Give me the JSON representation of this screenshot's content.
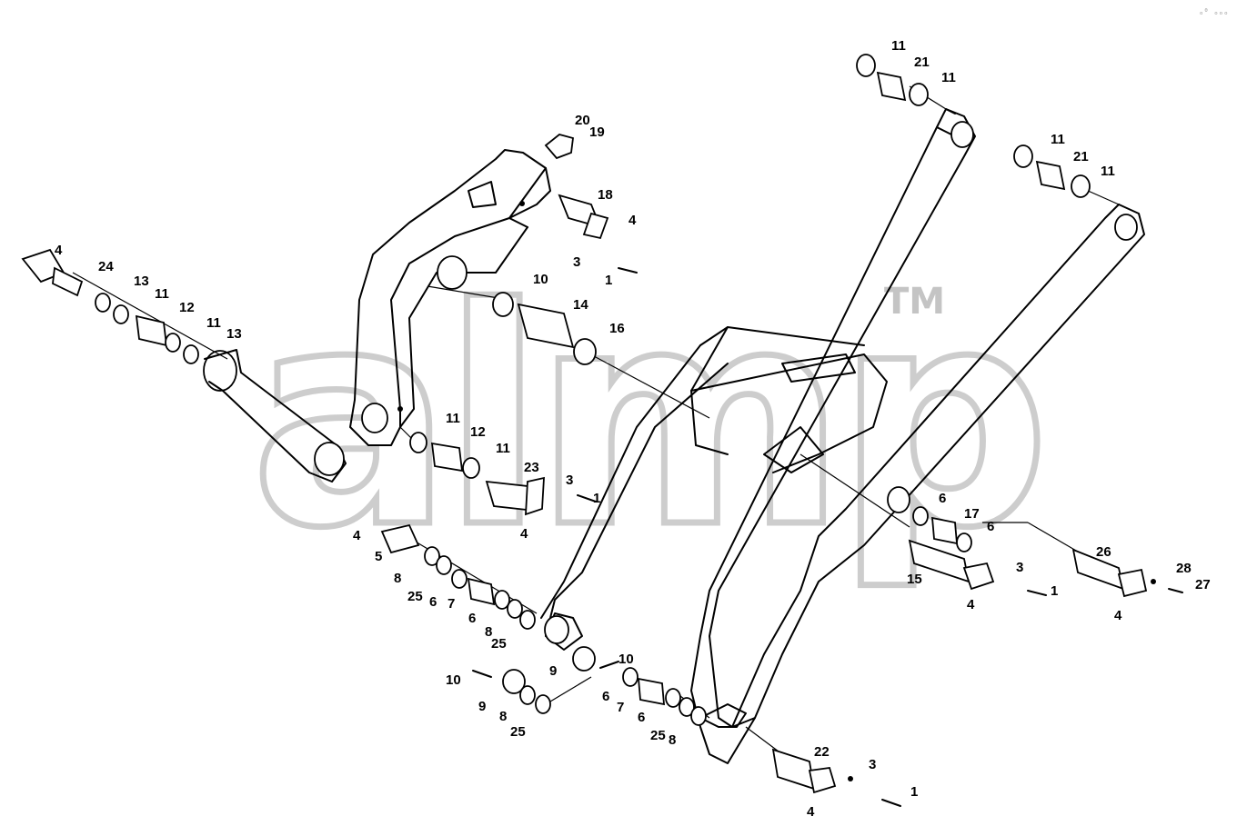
{
  "watermark": {
    "text": "almp",
    "trademark": "TM"
  },
  "corner_mark": "ₒ⁰ ₒₒₒ",
  "callouts": [
    {
      "id": "c11a",
      "text": "11"
    },
    {
      "id": "c21a",
      "text": "21"
    },
    {
      "id": "c11b",
      "text": "11"
    },
    {
      "id": "c11c",
      "text": "11"
    },
    {
      "id": "c21b",
      "text": "21"
    },
    {
      "id": "c11d",
      "text": "11"
    },
    {
      "id": "c20",
      "text": "20"
    },
    {
      "id": "c19",
      "text": "19"
    },
    {
      "id": "c18",
      "text": "18"
    },
    {
      "id": "c4a",
      "text": "4"
    },
    {
      "id": "c3a",
      "text": "3"
    },
    {
      "id": "c1a",
      "text": "1"
    },
    {
      "id": "c10a",
      "text": "10"
    },
    {
      "id": "c14",
      "text": "14"
    },
    {
      "id": "c16",
      "text": "16"
    },
    {
      "id": "c4b",
      "text": "4"
    },
    {
      "id": "c24",
      "text": "24"
    },
    {
      "id": "c13a",
      "text": "13"
    },
    {
      "id": "c11e",
      "text": "11"
    },
    {
      "id": "c12a",
      "text": "12"
    },
    {
      "id": "c11f",
      "text": "11"
    },
    {
      "id": "c13b",
      "text": "13"
    },
    {
      "id": "c11g",
      "text": "11"
    },
    {
      "id": "c12b",
      "text": "12"
    },
    {
      "id": "c11h",
      "text": "11"
    },
    {
      "id": "c23",
      "text": "23"
    },
    {
      "id": "c3b",
      "text": "3"
    },
    {
      "id": "c1b",
      "text": "1"
    },
    {
      "id": "c4c",
      "text": "4"
    },
    {
      "id": "c4d",
      "text": "4"
    },
    {
      "id": "c5",
      "text": "5"
    },
    {
      "id": "c8a",
      "text": "8"
    },
    {
      "id": "c25a",
      "text": "25"
    },
    {
      "id": "c6a",
      "text": "6"
    },
    {
      "id": "c7a",
      "text": "7"
    },
    {
      "id": "c6b",
      "text": "6"
    },
    {
      "id": "c8b",
      "text": "8"
    },
    {
      "id": "c25b",
      "text": "25"
    },
    {
      "id": "c9a",
      "text": "9"
    },
    {
      "id": "c10b",
      "text": "10"
    },
    {
      "id": "c10c",
      "text": "10"
    },
    {
      "id": "c9b",
      "text": "9"
    },
    {
      "id": "c8c",
      "text": "8"
    },
    {
      "id": "c25c",
      "text": "25"
    },
    {
      "id": "c6c",
      "text": "6"
    },
    {
      "id": "c7b",
      "text": "7"
    },
    {
      "id": "c6d",
      "text": "6"
    },
    {
      "id": "c25d",
      "text": "25"
    },
    {
      "id": "c8d",
      "text": "8"
    },
    {
      "id": "c22",
      "text": "22"
    },
    {
      "id": "c3c",
      "text": "3"
    },
    {
      "id": "c1c",
      "text": "1"
    },
    {
      "id": "c4e",
      "text": "4"
    },
    {
      "id": "c6e",
      "text": "6"
    },
    {
      "id": "c17",
      "text": "17"
    },
    {
      "id": "c6f",
      "text": "6"
    },
    {
      "id": "c15",
      "text": "15"
    },
    {
      "id": "c3d",
      "text": "3"
    },
    {
      "id": "c1d",
      "text": "1"
    },
    {
      "id": "c4f",
      "text": "4"
    },
    {
      "id": "c26",
      "text": "26"
    },
    {
      "id": "c28",
      "text": "28"
    },
    {
      "id": "c27",
      "text": "27"
    },
    {
      "id": "c4g",
      "text": "4"
    }
  ]
}
